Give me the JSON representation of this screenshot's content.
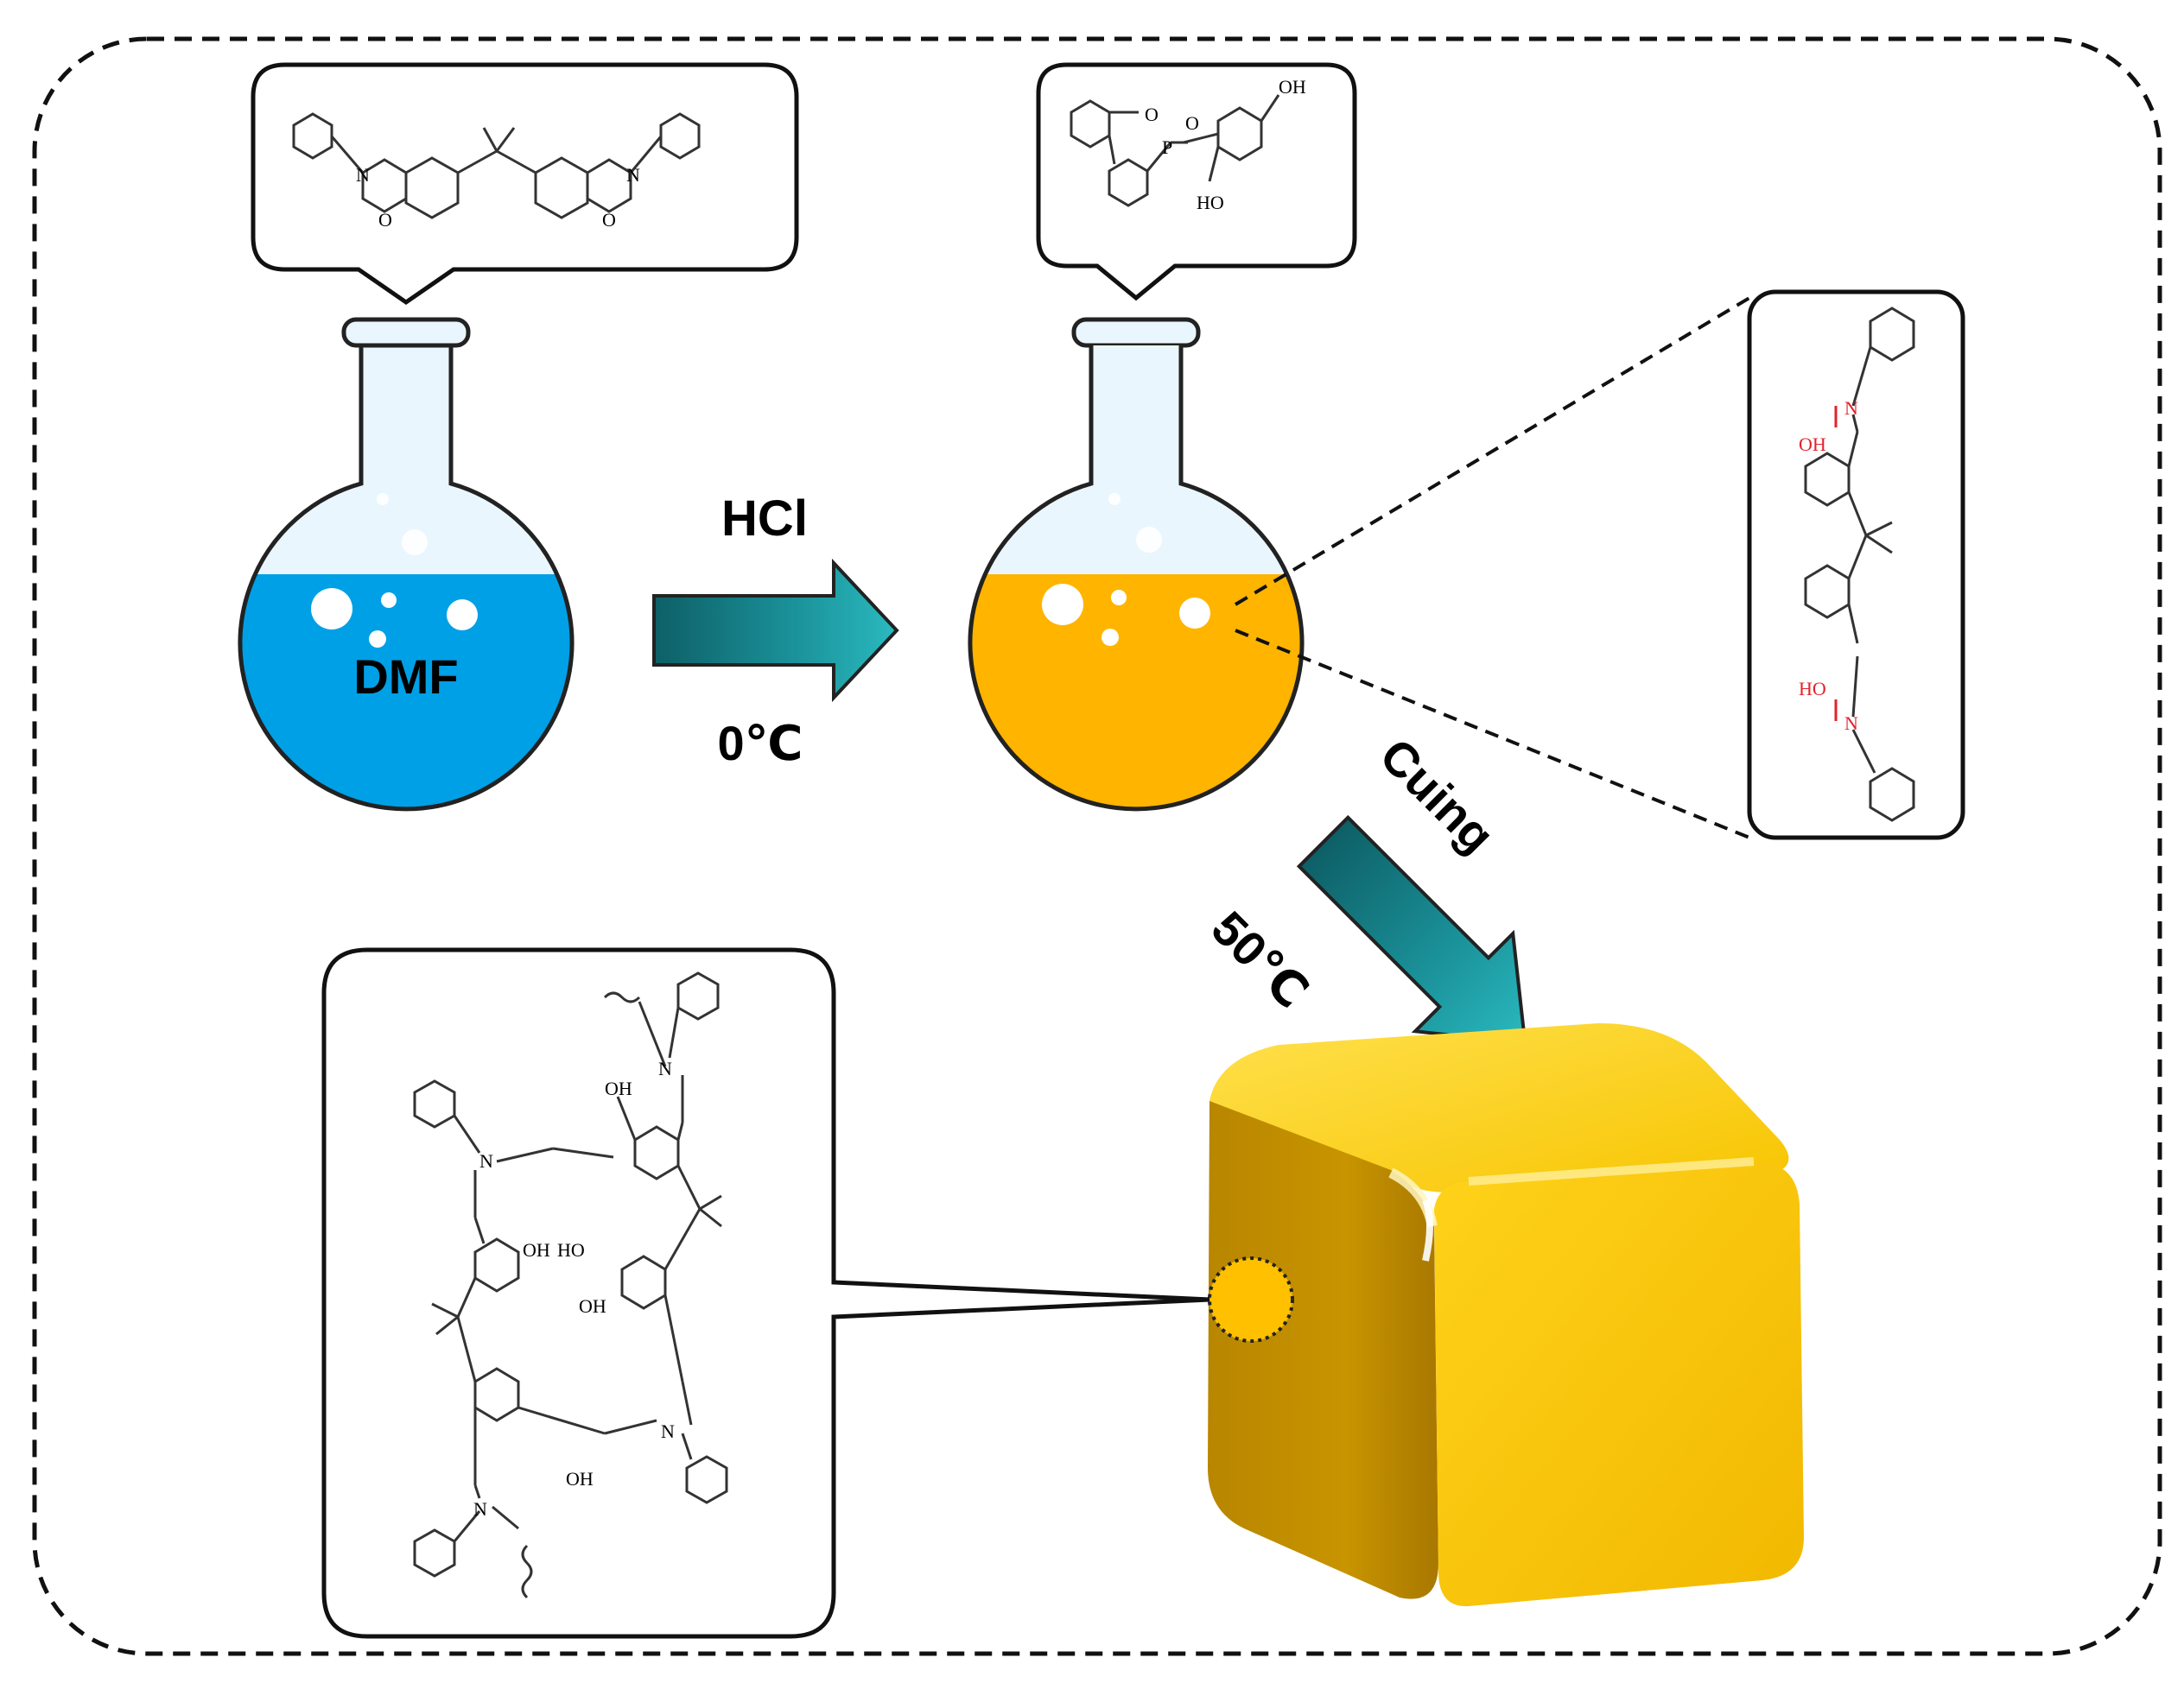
{
  "labels": {
    "solvent": "DMF",
    "reagent": "HCl",
    "temp_initial": "0℃",
    "curing": "Cuing",
    "temp_curing": "50℃"
  },
  "atoms": {
    "n": "N",
    "o": "O",
    "p": "P",
    "oh": "OH",
    "ho": "HO"
  },
  "colors": {
    "solution_blue": "#00a0e6",
    "solution_orange": "#ffb400",
    "arrow_teal": "#1a9ea4",
    "cube_gold": "#f5c200",
    "highlight_red": "#e3222a"
  },
  "icons": {
    "flask": "round-bottom-flask",
    "arrow": "block-arrow",
    "product": "gold-cube"
  }
}
